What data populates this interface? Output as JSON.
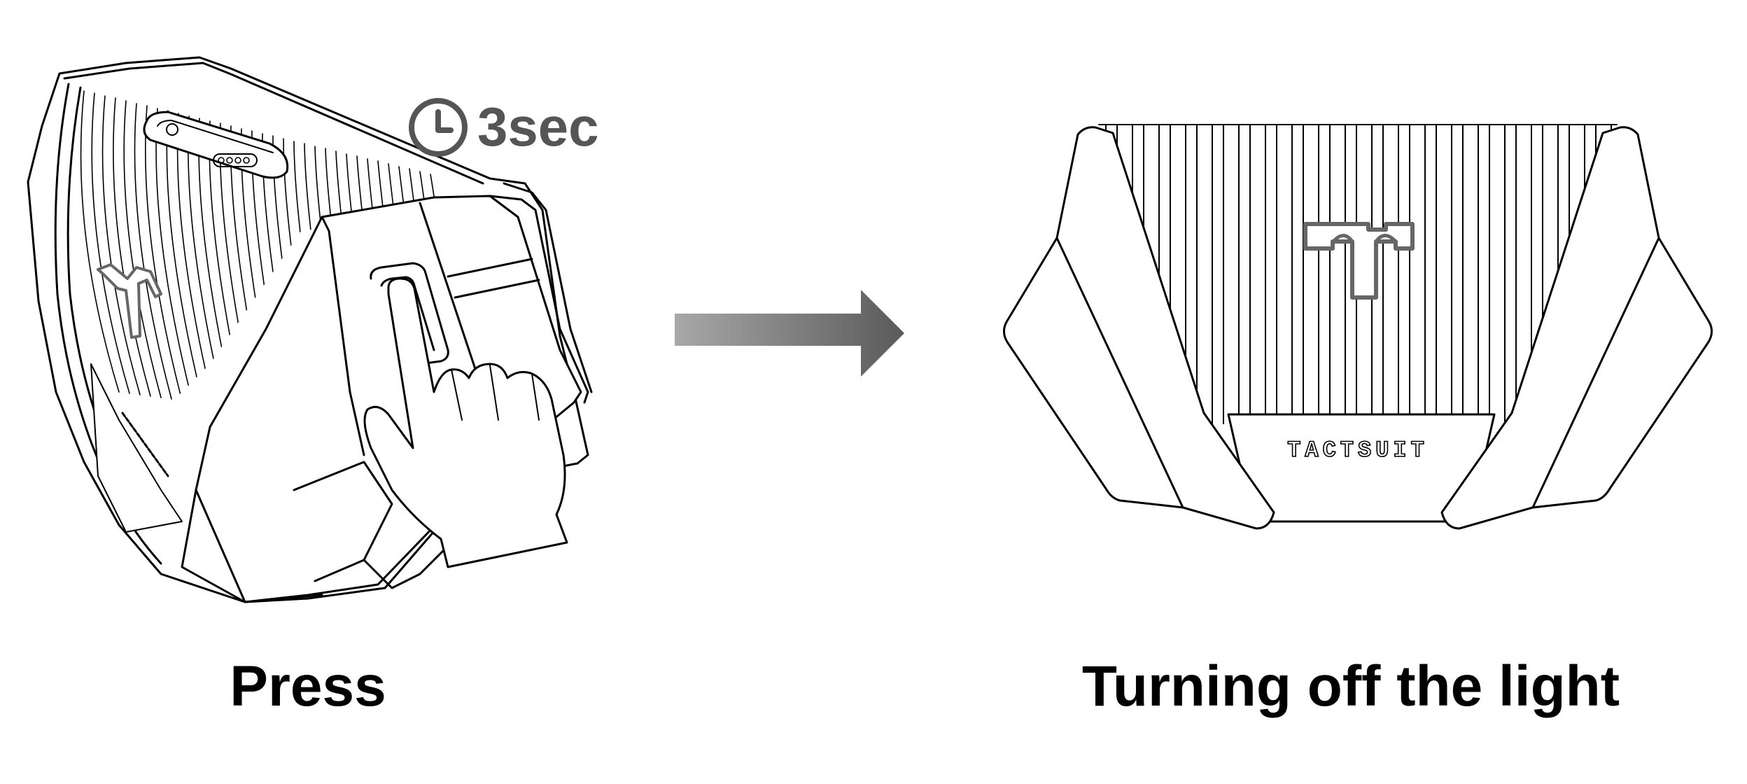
{
  "steps": [
    {
      "caption": "Press",
      "timer": {
        "icon": "clock-icon",
        "label": "3sec"
      }
    },
    {
      "caption": "Turning off the light",
      "device_label": "TACTSUIT"
    }
  ],
  "arrow": {
    "icon": "right-arrow-icon"
  },
  "colors": {
    "line": "#000000",
    "timer": "#555555",
    "logo": "#666666",
    "arrow_start": "#a8a8a8",
    "arrow_end": "#5a5a5a"
  }
}
